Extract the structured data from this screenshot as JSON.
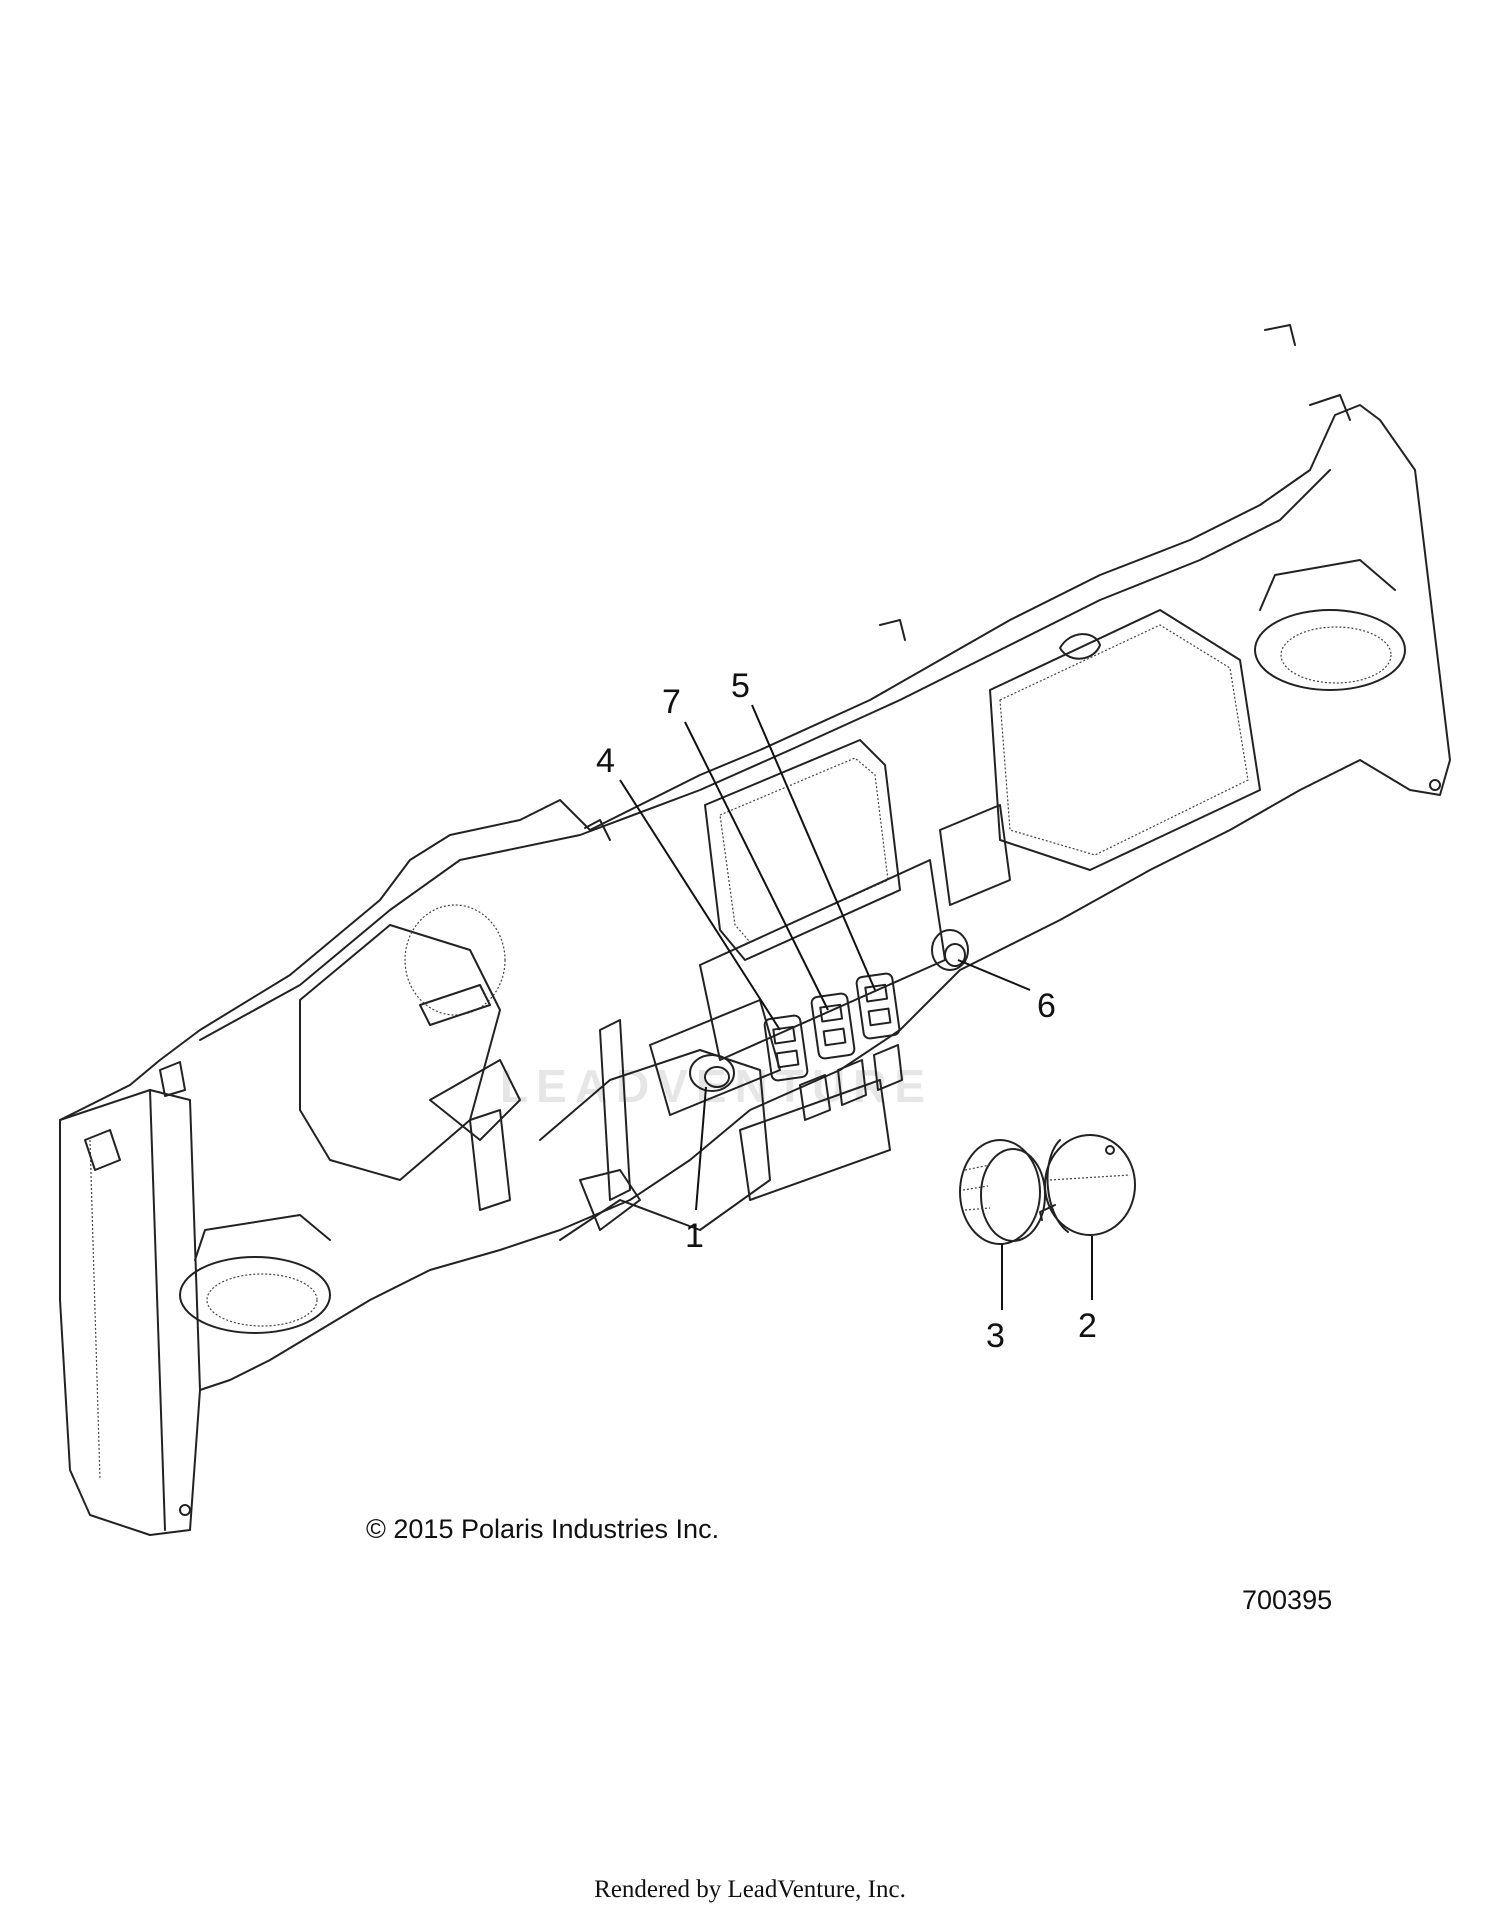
{
  "callouts": [
    {
      "id": "1",
      "label": "1"
    },
    {
      "id": "2",
      "label": "2"
    },
    {
      "id": "3",
      "label": "3"
    },
    {
      "id": "4",
      "label": "4"
    },
    {
      "id": "5",
      "label": "5"
    },
    {
      "id": "6",
      "label": "6"
    },
    {
      "id": "7",
      "label": "7"
    }
  ],
  "watermark_text": "LEADVENTURE",
  "copyright": "© 2015 Polaris Industries Inc.",
  "drawing_number": "700395",
  "render_credit": "Rendered by LeadVenture, Inc."
}
